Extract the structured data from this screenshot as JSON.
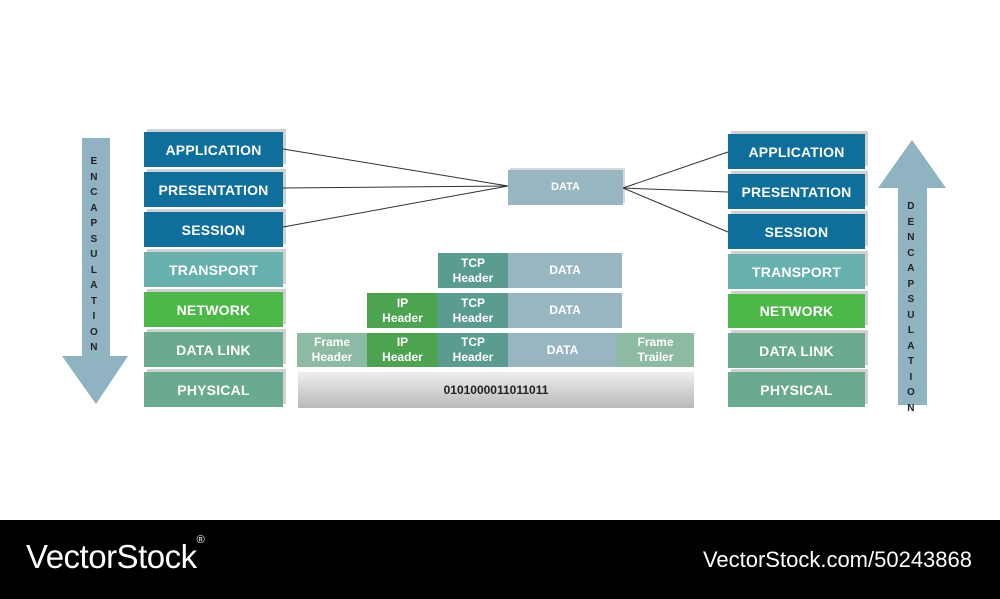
{
  "left_stack": {
    "arrow_label": "ENCAPSULATION",
    "layers": [
      "APPLICATION",
      "PRESENTATION",
      "SESSION",
      "TRANSPORT",
      "NETWORK",
      "DATA LINK",
      "PHYSICAL"
    ]
  },
  "right_stack": {
    "arrow_label": "DENCAPSULATION",
    "layers": [
      "APPLICATION",
      "PRESENTATION",
      "SESSION",
      "TRANSPORT",
      "NETWORK",
      "DATA LINK",
      "PHYSICAL"
    ]
  },
  "center": {
    "data_top": "DATA",
    "transport_row": {
      "tcp": "TCP\nHeader",
      "data": "DATA"
    },
    "network_row": {
      "ip": "IP\nHeader",
      "tcp": "TCP\nHeader",
      "data": "DATA"
    },
    "datalink_row": {
      "frame_header": "Frame\nHeader",
      "ip": "IP\nHeader",
      "tcp": "TCP\nHeader",
      "data": "DATA",
      "frame_trailer": "Frame\nTrailer"
    },
    "physical_bits": "0101000011011011"
  },
  "footer": {
    "brand": "VectorStock",
    "reg": "®",
    "ref": "VectorStock.com/50243868"
  },
  "colors": {
    "upper_layer": "#0e6f9c",
    "transport": "#66b1ad",
    "network": "#4cb848",
    "lower_layer": "#6aab8f",
    "arrow": "#8fb3c1",
    "data_cell": "#98b6c2",
    "tcp_cell": "#5a9c8f",
    "ip_cell": "#4ca450",
    "frame_cell": "#8cbaa3"
  }
}
